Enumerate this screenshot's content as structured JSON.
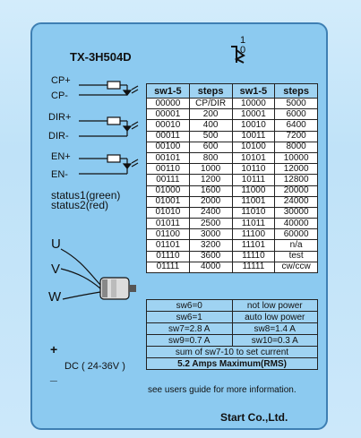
{
  "label": {
    "model": "TX-3H504D",
    "switch_marks": [
      "1",
      "0"
    ],
    "terminals": [
      "CP+",
      "CP-",
      "DIR+",
      "DIR-",
      "EN+",
      "EN-"
    ],
    "status_lines": [
      "status1(green)",
      "status2(red)"
    ],
    "motor_phases": [
      "U",
      "V",
      "W"
    ],
    "power": {
      "plus": "+",
      "minus": "_",
      "text": "DC ( 24-36V )"
    },
    "step_table": {
      "headers": [
        "sw1-5",
        "steps",
        "sw1-5",
        "steps"
      ],
      "rows": [
        [
          "00000",
          "CP/DIR",
          "10000",
          "5000"
        ],
        [
          "00001",
          "200",
          "10001",
          "6000"
        ],
        [
          "00010",
          "400",
          "10010",
          "6400"
        ],
        [
          "00011",
          "500",
          "10011",
          "7200"
        ],
        [
          "00100",
          "600",
          "10100",
          "8000"
        ],
        [
          "00101",
          "800",
          "10101",
          "10000"
        ],
        [
          "00110",
          "1000",
          "10110",
          "12000"
        ],
        [
          "00111",
          "1200",
          "10111",
          "12800"
        ],
        [
          "01000",
          "1600",
          "11000",
          "20000"
        ],
        [
          "01001",
          "2000",
          "11001",
          "24000"
        ],
        [
          "01010",
          "2400",
          "11010",
          "30000"
        ],
        [
          "01011",
          "2500",
          "11011",
          "40000"
        ],
        [
          "01100",
          "3000",
          "11100",
          "60000"
        ],
        [
          "01101",
          "3200",
          "11101",
          "n/a"
        ],
        [
          "01110",
          "3600",
          "11110",
          "test"
        ],
        [
          "01111",
          "4000",
          "11111",
          "cw/ccw"
        ]
      ]
    },
    "settings": {
      "sw6_0": [
        "sw6=0",
        "not low power"
      ],
      "sw6_1": [
        "sw6=1",
        "auto low power"
      ],
      "current_a": [
        "sw7=2.8 A",
        "sw8=1.4 A"
      ],
      "current_b": [
        "sw9=0.7 A",
        "sw10=0.3 A"
      ],
      "sum_note": "sum of sw7-10 to set current",
      "max_note": "5.2 Amps Maximum(RMS)"
    },
    "note": "see users guide for more information.",
    "company": "Start Co.,Ltd."
  }
}
